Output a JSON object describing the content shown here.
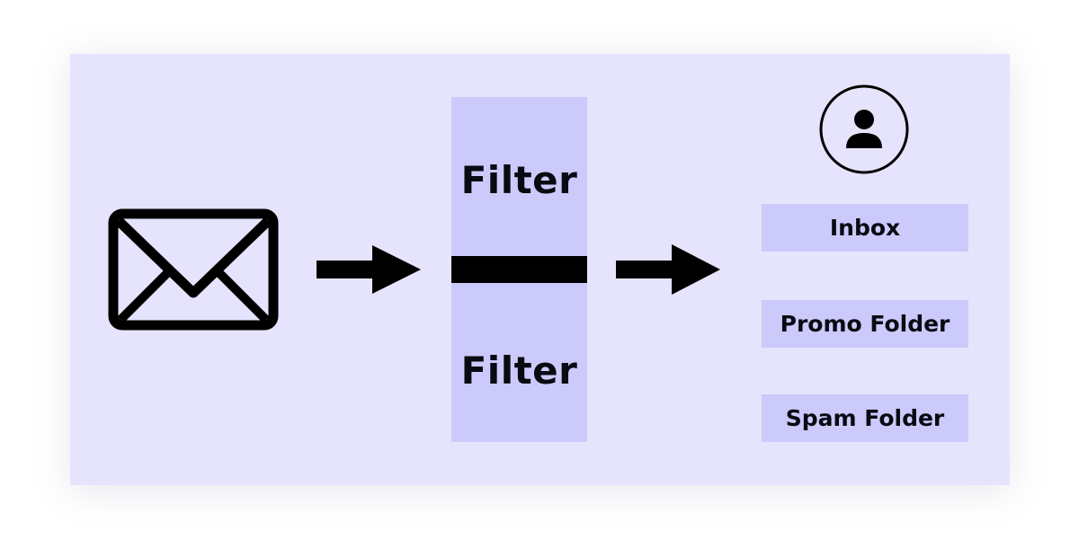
{
  "diagram": {
    "source_icon": "envelope-icon",
    "filters": [
      {
        "label": "Filter"
      },
      {
        "label": "Filter"
      }
    ],
    "recipient_icon": "user-icon",
    "destinations": [
      {
        "label": "Inbox"
      },
      {
        "label": "Promo Folder"
      },
      {
        "label": "Spam Folder"
      }
    ],
    "colors": {
      "background": "#e5e4fc",
      "box_fill": "#cbcafb",
      "ink": "#000000"
    }
  }
}
